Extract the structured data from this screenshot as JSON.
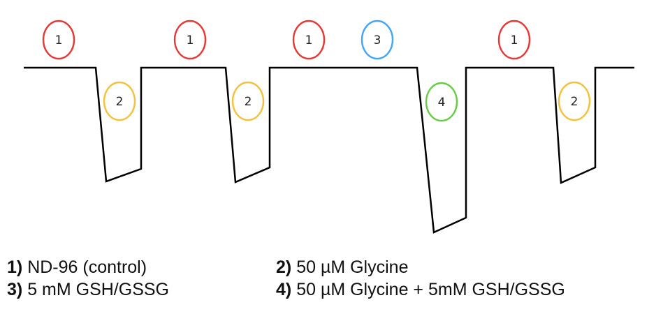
{
  "diagram": {
    "markers": [
      {
        "label": "1",
        "color": "#e53935"
      },
      {
        "label": "2",
        "color": "#f4c13a"
      },
      {
        "label": "1",
        "color": "#e53935"
      },
      {
        "label": "2",
        "color": "#f4c13a"
      },
      {
        "label": "1",
        "color": "#e53935"
      },
      {
        "label": "3",
        "color": "#42a5f5"
      },
      {
        "label": "4",
        "color": "#66cc44"
      },
      {
        "label": "1",
        "color": "#e53935"
      },
      {
        "label": "2",
        "color": "#f4c13a"
      }
    ],
    "trace_color": "#000000"
  },
  "legend": [
    {
      "key": "1)",
      "text": "ND-96 (control)"
    },
    {
      "key": "2)",
      "text": "50 µM Glycine"
    },
    {
      "key": "3)",
      "text": "5 mM GSH/GSSG"
    },
    {
      "key": "4)",
      "text": "50 µM Glycine + 5mM GSH/GSSG"
    }
  ]
}
